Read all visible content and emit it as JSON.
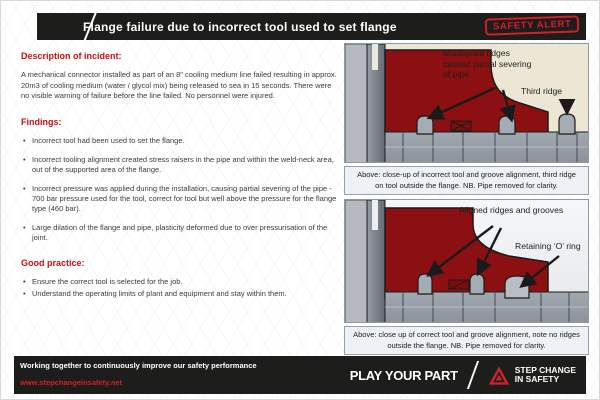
{
  "header": {
    "title": "Flange failure due to incorrect tool used to set flange",
    "badge": "SAFETY ALERT"
  },
  "left": {
    "s1_heading": "Description of incident:",
    "s1_body": "A mechanical connector installed as part of an 8\" cooling medium line failed resulting in approx. 20m3 of cooling medium (water / glycol mix) being released to sea in 15 seconds. There were no visible warning of failure before the line failed. No personnel were injured.",
    "s2_heading": "Findings:",
    "findings": [
      "Incorrect tool had been used to set the flange.",
      "Incorrect tooling alignment created stress raisers in the pipe and within the weld-neck area, out of the supported area of the flange.",
      "Incorrect pressure was applied during the installation, causing partial severing of the pipe - 700 bar pressure used for the tool, correct for tool but well above the pressure for the flange type (460 bar).",
      "Large dilation of the flange and pipe, plasticity deformed due to over pressurisation of the joint."
    ],
    "s3_heading": "Good practice:",
    "good_practice": [
      "Ensure the correct tool is selected for the job.",
      "Understand the operating limits of plant and equipment and stay within them."
    ]
  },
  "figures": {
    "fig1": {
      "annotation1": "Misaligned ridges\ncaused partial severing\nof pipe",
      "annotation2": "Third ridge",
      "caption": "Above: close-up of incorrect tool and groove alignment, third ridge on tool outside the flange.  NB. Pipe removed for clarity."
    },
    "fig2": {
      "annotation1": "Aligned ridges and grooves",
      "annotation2": "Retaining ‘O’ ring",
      "caption": "Above: close up of correct tool and groove alignment, note no ridges outside the flange. NB. Pipe removed for clarity."
    }
  },
  "footer": {
    "line1": "Working together to continuously improve our safety performance",
    "url": "www.stepchangeinsafety.net",
    "play_your_part": "PLAY YOUR PART",
    "logo_line1": "STEP CHANGE",
    "logo_line2": "IN SAFETY"
  },
  "colors": {
    "accent_red": "#d0202a",
    "heading_red": "#cc0f12",
    "flange_red": "#8c1011",
    "bar_black": "#1d1d1b"
  }
}
